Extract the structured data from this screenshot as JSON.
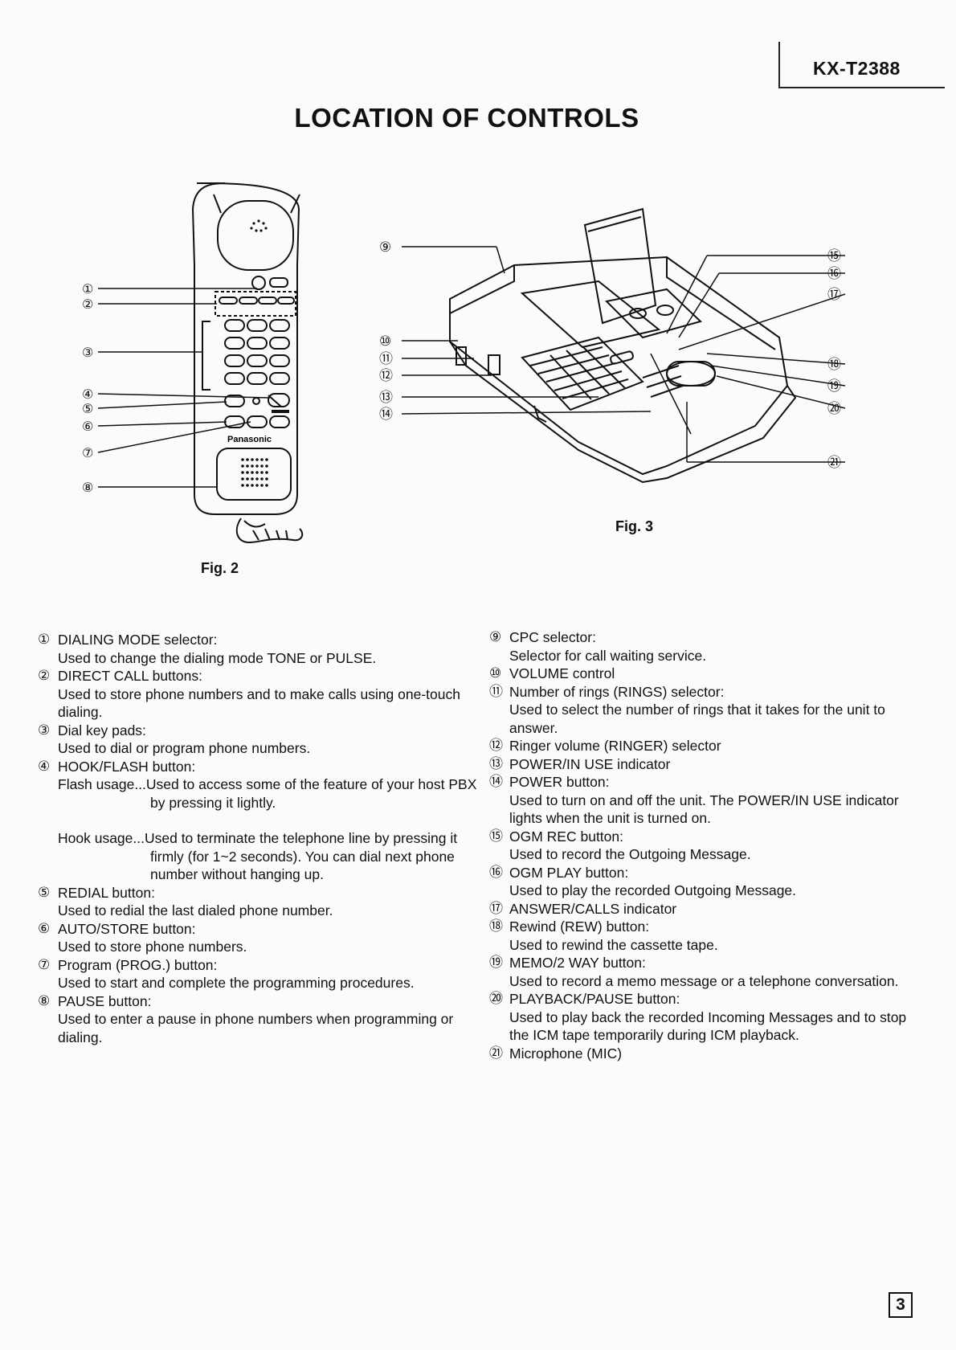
{
  "header": {
    "model": "KX-T2388",
    "title": "LOCATION OF CONTROLS"
  },
  "figures": {
    "fig2": {
      "caption": "Fig. 2",
      "brand": "Panasonic",
      "callouts": [
        "①",
        "②",
        "③",
        "④",
        "⑤",
        "⑥",
        "⑦",
        "⑧"
      ]
    },
    "fig3": {
      "caption": "Fig. 3",
      "callouts": [
        "⑨",
        "⑩",
        "⑪",
        "⑫",
        "⑬",
        "⑭",
        "⑮",
        "⑯",
        "⑰",
        "⑱",
        "⑲",
        "⑳",
        "㉑"
      ]
    }
  },
  "left_items": [
    {
      "num": "①",
      "label": "DIALING MODE selector:",
      "desc": [
        "Used to change the dialing mode TONE or PULSE."
      ]
    },
    {
      "num": "②",
      "label": "DIRECT CALL buttons:",
      "desc": [
        "Used to store phone numbers and to make calls using one-touch",
        "dialing."
      ]
    },
    {
      "num": "③",
      "label": "Dial key pads:",
      "desc": [
        "Used to dial or program phone numbers."
      ]
    },
    {
      "num": "④",
      "label": "HOOK/FLASH button:",
      "flash": {
        "lead": "Flash usage...Used to access some of the feature of your host PBX",
        "rest": "by pressing it lightly."
      },
      "hook": {
        "lead": "Hook usage...Used to terminate the telephone line by pressing it",
        "rest1": "firmly (for 1~2 seconds). You can dial next phone",
        "rest2": "number without hanging up."
      }
    },
    {
      "num": "⑤",
      "label": "REDIAL button:",
      "desc": [
        "Used to redial the last dialed phone number."
      ]
    },
    {
      "num": "⑥",
      "label": "AUTO/STORE button:",
      "desc": [
        "Used to store phone numbers."
      ]
    },
    {
      "num": "⑦",
      "label": "Program (PROG.) button:",
      "desc": [
        "Used to start and complete the programming procedures."
      ]
    },
    {
      "num": "⑧",
      "label": "PAUSE button:",
      "desc": [
        "Used to enter a pause in phone numbers when programming or",
        "dialing."
      ]
    }
  ],
  "right_items": [
    {
      "num": "⑨",
      "label": "CPC selector:",
      "desc": [
        "Selector for call waiting service."
      ]
    },
    {
      "num": "⑩",
      "label": "VOLUME control",
      "desc": []
    },
    {
      "num": "⑪",
      "label": "Number of rings (RINGS) selector:",
      "desc": [
        "Used to select the number of rings that it takes for the unit to",
        "answer."
      ]
    },
    {
      "num": "⑫",
      "label": "Ringer volume (RINGER) selector",
      "desc": []
    },
    {
      "num": "⑬",
      "label": "POWER/IN USE indicator",
      "desc": []
    },
    {
      "num": "⑭",
      "label": "POWER button:",
      "desc": [
        "Used to turn on and off the unit. The POWER/IN USE indicator",
        "lights when the unit is turned on."
      ]
    },
    {
      "num": "⑮",
      "label": "OGM REC button:",
      "desc": [
        "Used to record the Outgoing Message."
      ]
    },
    {
      "num": "⑯",
      "label": "OGM PLAY button:",
      "desc": [
        "Used to play the recorded Outgoing Message."
      ]
    },
    {
      "num": "⑰",
      "label": "ANSWER/CALLS indicator",
      "desc": []
    },
    {
      "num": "⑱",
      "label": "Rewind (REW) button:",
      "desc": [
        "Used to rewind the cassette tape."
      ]
    },
    {
      "num": "⑲",
      "label": "MEMO/2 WAY button:",
      "desc": [
        "Used to record a memo message or a telephone conversation."
      ]
    },
    {
      "num": "⑳",
      "label": "PLAYBACK/PAUSE button:",
      "desc": [
        "Used to play back the recorded Incoming Messages and to stop",
        "the ICM tape temporarily during ICM playback."
      ]
    },
    {
      "num": "㉑",
      "label": "Microphone (MIC)",
      "desc": []
    }
  ],
  "footer": {
    "page": "3"
  }
}
